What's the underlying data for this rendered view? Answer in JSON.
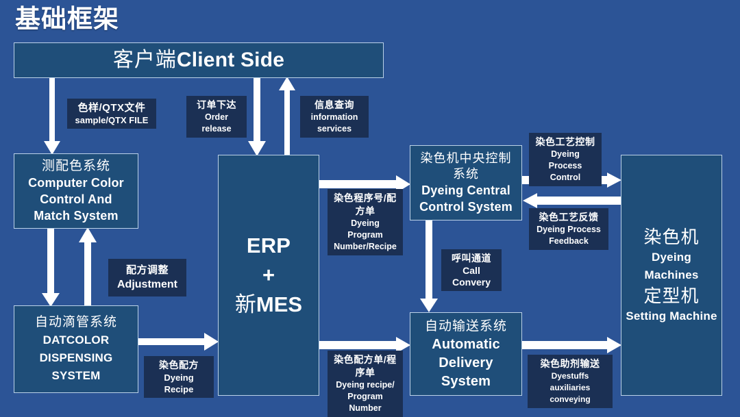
{
  "title": "基础框架",
  "colors": {
    "background": "#2c5496",
    "box_fill": "#1f4e79",
    "box_border": "#bcd2e8",
    "caption_fill": "#1b3054",
    "text": "#ffffff",
    "arrow": "#ffffff"
  },
  "boxes": {
    "client": {
      "cn": "客户端",
      "en": "Client Side"
    },
    "ccm": {
      "cn": "测配色系统",
      "en_line1": "Computer Color",
      "en_line2": "Control And",
      "en_line3": "Match System"
    },
    "dispense": {
      "cn": "自动滴管系统",
      "en_line1": "DATCOLOR",
      "en_line2": "DISPENSING",
      "en_line3": "SYSTEM"
    },
    "erp": {
      "line1": "ERP",
      "plus": "+",
      "cn": "新",
      "en": "MES"
    },
    "dcc": {
      "cn_line1": "染色机中央控制",
      "cn_line2": "系统",
      "en_line1": "Dyeing Central",
      "en_line2": "Control System"
    },
    "ads": {
      "cn": "自动输送系统",
      "en_line1": "Automatic",
      "en_line2": "Delivery",
      "en_line3": "System"
    },
    "machine": {
      "cn_line1": "染色机",
      "en_line1": "Dyeing Machines",
      "cn_line2": "定型机",
      "en_line2": "Setting Machine"
    }
  },
  "captions": {
    "sample": {
      "cn": "色样/QTX文件",
      "en": "sample/QTX FILE"
    },
    "order": {
      "cn": "订单下达",
      "en_line1": "Order",
      "en_line2": "release"
    },
    "info": {
      "cn": "信息查询",
      "en_line1": "information",
      "en_line2": "services"
    },
    "adjustment": {
      "cn": "配方调整",
      "en": "Adjustment"
    },
    "dyeing_recipe": {
      "cn": "染色配方",
      "en": "Dyeing Recipe"
    },
    "dyeing_program": {
      "cn": "染色程序号/配方单",
      "en_line1": "Dyeing Program",
      "en_line2": "Number/Recipe"
    },
    "dyeing_recipe_program": {
      "cn": "染色配方单/程序单",
      "en_line1": "Dyeing recipe/",
      "en_line2": "Program Number"
    },
    "process_control": {
      "cn": "染色工艺控制",
      "en_line1": "Dyeing Process",
      "en_line2": "Control"
    },
    "process_feedback": {
      "cn": "染色工艺反馈",
      "en_line1": "Dyeing Process",
      "en_line2": "Feedback"
    },
    "call_convery": {
      "cn": "呼叫通道",
      "en": "Call Convery"
    },
    "dyestuffs": {
      "cn": "染色助剂输送",
      "en_line1": "Dyestuffs auxiliaries",
      "en_line2": "conveying"
    }
  }
}
